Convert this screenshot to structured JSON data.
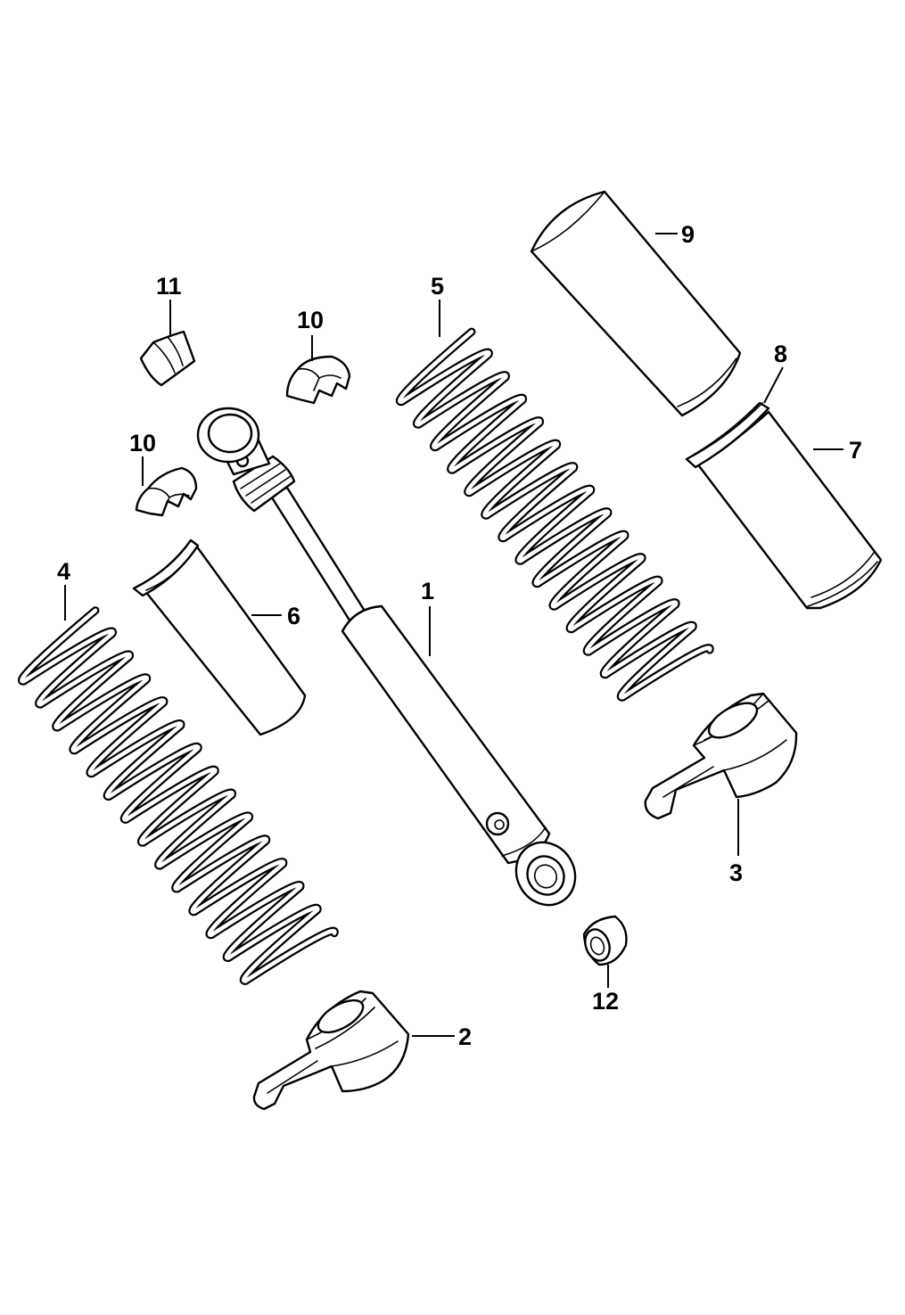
{
  "diagram": {
    "parts": [
      {
        "id": "shock-absorber",
        "callout": "1"
      },
      {
        "id": "lower-spring-seat-left",
        "callout": "2"
      },
      {
        "id": "lower-spring-seat-right",
        "callout": "3"
      },
      {
        "id": "coil-spring-left",
        "callout": "4"
      },
      {
        "id": "coil-spring-right",
        "callout": "5"
      },
      {
        "id": "dust-sleeve-left",
        "callout": "6"
      },
      {
        "id": "dust-sleeve-right",
        "callout": "7"
      },
      {
        "id": "sleeve-ring",
        "callout": "8"
      },
      {
        "id": "protective-cover",
        "callout": "9"
      },
      {
        "id": "spring-retainer-collet-upper",
        "callout": "10"
      },
      {
        "id": "spring-retainer-collet-lower",
        "callout": "10"
      },
      {
        "id": "bushing-half",
        "callout": "11"
      },
      {
        "id": "spacer-bushing",
        "callout": "12"
      }
    ]
  }
}
